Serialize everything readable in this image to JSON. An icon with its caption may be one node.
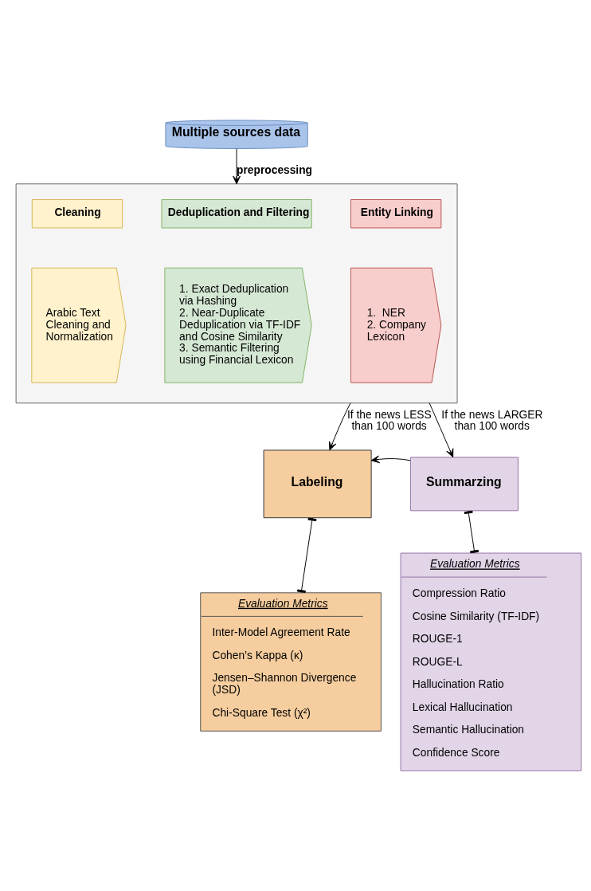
{
  "diagram": {
    "nodes": [
      {
        "text": [
          "Multiple sources data"
        ]
      },
      {
        "text": [],
        "shape": "box"
      },
      {
        "text": [
          "Cleaning"
        ],
        "in": 1
      },
      {
        "text": [
          "Deduplication and Filtering"
        ],
        "in": 1
      },
      {
        "text": [
          "Entity Linking"
        ],
        "in": 1
      },
      {
        "text": [
          "Arabic Text Cleaning and Normalization"
        ],
        "in": 1
      },
      {
        "text": [
          "1. Exact Deduplication via Hashing",
          "2. Near-Duplicate Deduplication via TF-IDF and Cosine Similarity",
          "3. Semantic Filtering using Financial Lexicon"
        ],
        "in": 1
      },
      {
        "text": [
          "1.  NER",
          "2. Company Lexicon"
        ],
        "in": 1
      },
      {
        "text": [
          "Labeling"
        ]
      },
      {
        "text": [
          "Summarzing"
        ]
      },
      {
        "text": [
          "Evaluation Metrics",
          "Inter-Model Agreement Rate",
          "Cohen’s Kappa (κ)",
          "Jensen–Shannon Divergence (JSD)",
          "Chi-Square Test (χ²)"
        ]
      },
      {
        "text": [
          "Evaluation Metrics",
          "Compression Ratio",
          "Cosine Similarity (TF-IDF)",
          "ROUGE-1",
          "ROUGE-L",
          "Hallucination Ratio",
          "Lexical Hallucination",
          "Semantic Hallucination",
          "Confidence Score"
        ]
      }
    ],
    "edges": [
      {
        "from": 0,
        "to": 1,
        "arrow": "to",
        "label": "preprocessing"
      },
      {
        "from": 1,
        "to": 8,
        "arrow": "to",
        "label": "If the news LESS than 100 words"
      },
      {
        "from": 1,
        "to": 9,
        "arrow": "to",
        "label": "If the news LARGER  than 100 words"
      },
      {
        "from": 9,
        "to": 8,
        "arrow": "to"
      },
      {
        "from": 8,
        "to": 10,
        "arrow": "other"
      },
      {
        "from": 9,
        "to": 11,
        "arrow": "other"
      }
    ]
  }
}
